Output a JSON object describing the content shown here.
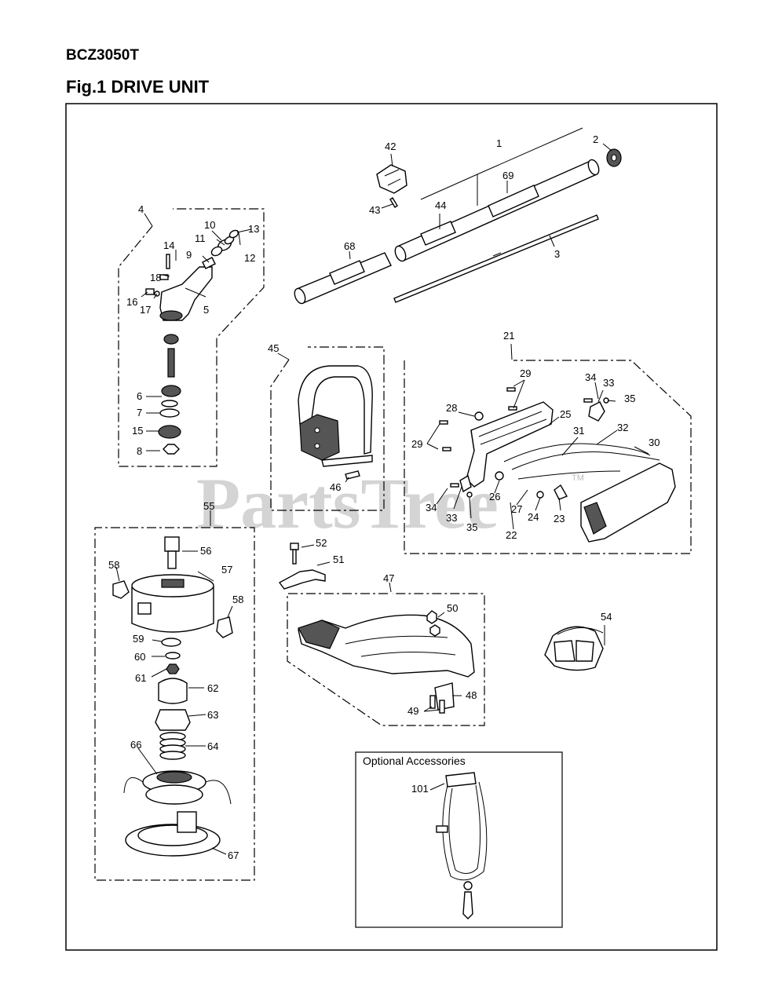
{
  "header": {
    "model": "BCZ3050T",
    "figure_title": "Fig.1 DRIVE UNIT"
  },
  "watermark": {
    "text": "PartsTree",
    "tm": "TM"
  },
  "optional_box": {
    "title": "Optional Accessories"
  },
  "callouts": {
    "c1": "1",
    "c2": "2",
    "c3": "3",
    "c4": "4",
    "c5": "5",
    "c6": "6",
    "c7": "7",
    "c8": "8",
    "c9": "9",
    "c10": "10",
    "c11": "11",
    "c12": "12",
    "c13": "13",
    "c14": "14",
    "c15": "15",
    "c16": "16",
    "c17": "17",
    "c18": "18",
    "c21": "21",
    "c22": "22",
    "c23": "23",
    "c24": "24",
    "c25": "25",
    "c26": "26",
    "c27": "27",
    "c28": "28",
    "c29a": "29",
    "c29b": "29",
    "c30": "30",
    "c31": "31",
    "c32": "32",
    "c33a": "33",
    "c33b": "33",
    "c34a": "34",
    "c34b": "34",
    "c35a": "35",
    "c35b": "35",
    "c42": "42",
    "c43": "43",
    "c44": "44",
    "c45": "45",
    "c46": "46",
    "c47": "47",
    "c48": "48",
    "c49": "49",
    "c50": "50",
    "c51": "51",
    "c52": "52",
    "c54": "54",
    "c55": "55",
    "c56": "56",
    "c57": "57",
    "c58a": "58",
    "c58b": "58",
    "c59": "59",
    "c60": "60",
    "c61": "61",
    "c62": "62",
    "c63": "63",
    "c64": "64",
    "c66": "66",
    "c67": "67",
    "c68": "68",
    "c69": "69",
    "c101": "101"
  }
}
